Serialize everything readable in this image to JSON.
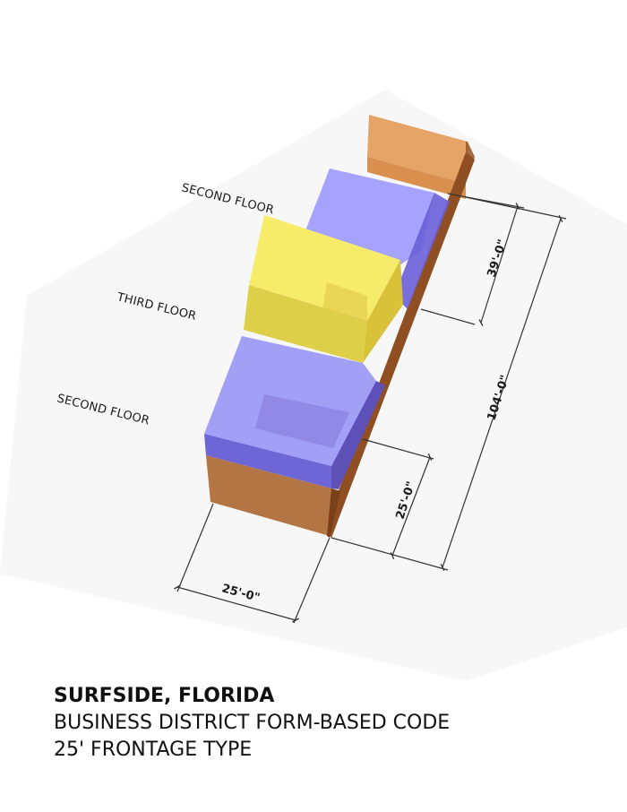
{
  "labels": {
    "second_floor_rear": "SECOND FLOOR",
    "third_floor": "THIRD FLOOR",
    "second_floor_front": "SECOND FLOOR"
  },
  "dimensions": {
    "rear_setback": "39'-0\"",
    "total_depth": "104'-0\"",
    "front_depth": "25'-0\"",
    "frontage_width": "25'-0\""
  },
  "caption": {
    "title": "SURFSIDE, FLORIDA",
    "line1": "BUSINESS DISTRICT FORM-BASED CODE",
    "line2": "25' FRONTAGE TYPE"
  },
  "colors": {
    "ground_floor": "#b8773c",
    "second_floor": "#7f78ef",
    "third_floor": "#f2e85a",
    "dimension_lines": "#333333"
  }
}
